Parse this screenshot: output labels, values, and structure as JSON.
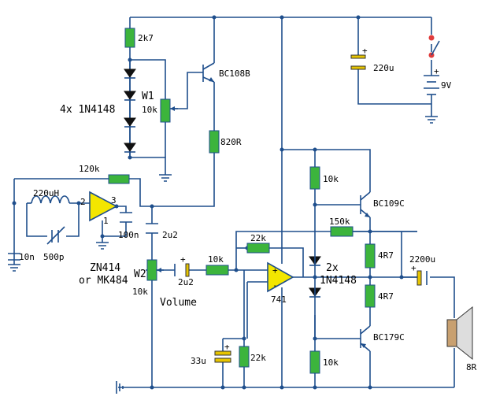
{
  "components": {
    "r_2k7": "2k7",
    "r_120k": "120k",
    "l_220uh": "220uH",
    "c_10n": "10n",
    "c_500p": "500p",
    "c_100n": "100n",
    "c_2u2_a": "2u2",
    "c_2u2_b": "2u2",
    "ic1_name_1": "ZN414",
    "ic1_name_2": "or MK484",
    "diodes": "4x 1N4148",
    "w1": "W1",
    "w1_val": "10k",
    "q1": "BC108B",
    "r_820": "820R",
    "c_220u": "220u",
    "bat": "9V",
    "w2": "W2",
    "w2_val": "10k",
    "volume": "Volume",
    "r_10k_in": "10k",
    "r_22k_fb": "22k",
    "r_150k": "150k",
    "opamp": "741",
    "r_10k_top": "10k",
    "q2": "BC109C",
    "diodes2_1": "2x",
    "diodes2_2": "1N4148",
    "r_4r7_a": "4R7",
    "r_4r7_b": "4R7",
    "c_2200u": "2200u",
    "q3": "BC179C",
    "r_10k_bot": "10k",
    "c_33u": "33u",
    "r_22k_bot": "22k",
    "spk": "8R",
    "pin2": "2",
    "pin3": "3",
    "pin1": "1",
    "plus": "+",
    "minus": "-"
  }
}
